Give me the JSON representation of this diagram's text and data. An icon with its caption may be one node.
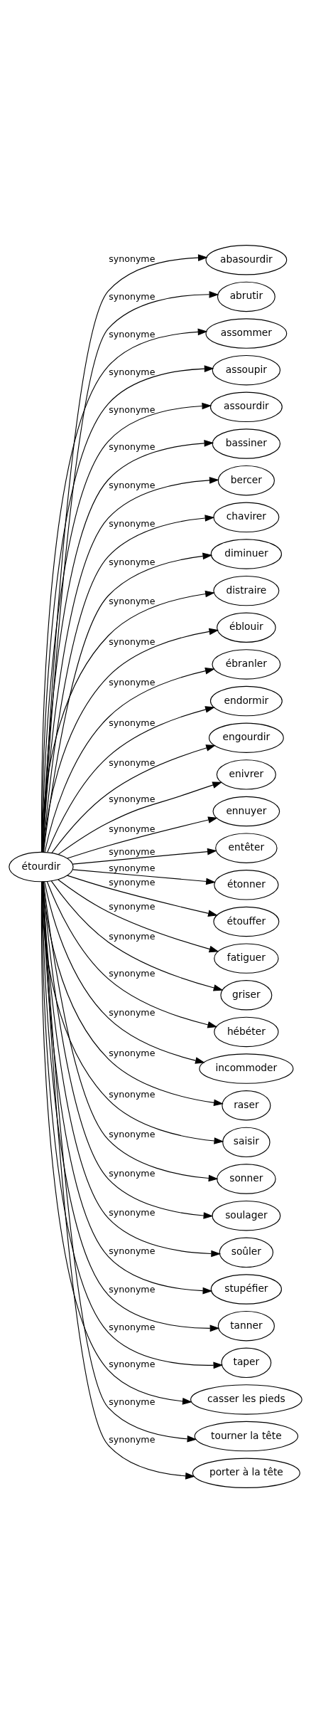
{
  "diagram": {
    "nodes": [
      {
        "text": [
          "étourdir"
        ]
      },
      {
        "text": [
          "abasourdir"
        ]
      },
      {
        "text": [
          "abrutir"
        ]
      },
      {
        "text": [
          "assommer"
        ]
      },
      {
        "text": [
          "assoupir"
        ]
      },
      {
        "text": [
          "assourdir"
        ]
      },
      {
        "text": [
          "bassiner"
        ]
      },
      {
        "text": [
          "bercer"
        ]
      },
      {
        "text": [
          "chavirer"
        ]
      },
      {
        "text": [
          "diminuer"
        ]
      },
      {
        "text": [
          "distraire"
        ]
      },
      {
        "text": [
          "éblouir"
        ]
      },
      {
        "text": [
          "ébranler"
        ]
      },
      {
        "text": [
          "endormir"
        ]
      },
      {
        "text": [
          "engourdir"
        ]
      },
      {
        "text": [
          "enivrer"
        ]
      },
      {
        "text": [
          "ennuyer"
        ]
      },
      {
        "text": [
          "entêter"
        ]
      },
      {
        "text": [
          "étonner"
        ]
      },
      {
        "text": [
          "étouffer"
        ]
      },
      {
        "text": [
          "fatiguer"
        ]
      },
      {
        "text": [
          "griser"
        ]
      },
      {
        "text": [
          "hébéter"
        ]
      },
      {
        "text": [
          "incommoder"
        ]
      },
      {
        "text": [
          "raser"
        ]
      },
      {
        "text": [
          "saisir"
        ]
      },
      {
        "text": [
          "sonner"
        ]
      },
      {
        "text": [
          "soulager"
        ]
      },
      {
        "text": [
          "soûler"
        ]
      },
      {
        "text": [
          "stupéfier"
        ]
      },
      {
        "text": [
          "tanner"
        ]
      },
      {
        "text": [
          "taper"
        ]
      },
      {
        "text": [
          "casser les pieds"
        ]
      },
      {
        "text": [
          "tourner la tête"
        ]
      },
      {
        "text": [
          "porter à la tête"
        ]
      }
    ],
    "edges": [
      {
        "from": 0,
        "to": 1,
        "arrow": "to",
        "label": "synonyme"
      },
      {
        "from": 0,
        "to": 2,
        "arrow": "to",
        "label": "synonyme"
      },
      {
        "from": 0,
        "to": 3,
        "arrow": "to",
        "label": "synonyme"
      },
      {
        "from": 0,
        "to": 4,
        "arrow": "to",
        "label": "synonyme"
      },
      {
        "from": 0,
        "to": 5,
        "arrow": "to",
        "label": "synonyme"
      },
      {
        "from": 0,
        "to": 6,
        "arrow": "to",
        "label": "synonyme"
      },
      {
        "from": 0,
        "to": 7,
        "arrow": "to",
        "label": "synonyme"
      },
      {
        "from": 0,
        "to": 8,
        "arrow": "to",
        "label": "synonyme"
      },
      {
        "from": 0,
        "to": 9,
        "arrow": "to",
        "label": "synonyme"
      },
      {
        "from": 0,
        "to": 10,
        "arrow": "to",
        "label": "synonyme"
      },
      {
        "from": 0,
        "to": 11,
        "arrow": "to",
        "label": "synonyme"
      },
      {
        "from": 0,
        "to": 12,
        "arrow": "to",
        "label": "synonyme"
      },
      {
        "from": 0,
        "to": 13,
        "arrow": "to",
        "label": "synonyme"
      },
      {
        "from": 0,
        "to": 14,
        "arrow": "to",
        "label": "synonyme"
      },
      {
        "from": 0,
        "to": 15,
        "arrow": "to",
        "label": "synonyme"
      },
      {
        "from": 0,
        "to": 16,
        "arrow": "to",
        "label": "synonyme"
      },
      {
        "from": 0,
        "to": 17,
        "arrow": "to",
        "label": "synonyme"
      },
      {
        "from": 0,
        "to": 18,
        "arrow": "to",
        "label": "synonyme"
      },
      {
        "from": 0,
        "to": 19,
        "arrow": "to",
        "label": "synonyme"
      },
      {
        "from": 0,
        "to": 20,
        "arrow": "to",
        "label": "synonyme"
      },
      {
        "from": 0,
        "to": 21,
        "arrow": "to",
        "label": "synonyme"
      },
      {
        "from": 0,
        "to": 22,
        "arrow": "to",
        "label": "synonyme"
      },
      {
        "from": 0,
        "to": 23,
        "arrow": "to",
        "label": "synonyme"
      },
      {
        "from": 0,
        "to": 24,
        "arrow": "to",
        "label": "synonyme"
      },
      {
        "from": 0,
        "to": 25,
        "arrow": "to",
        "label": "synonyme"
      },
      {
        "from": 0,
        "to": 26,
        "arrow": "to",
        "label": "synonyme"
      },
      {
        "from": 0,
        "to": 27,
        "arrow": "to",
        "label": "synonyme"
      },
      {
        "from": 0,
        "to": 28,
        "arrow": "to",
        "label": "synonyme"
      },
      {
        "from": 0,
        "to": 29,
        "arrow": "to",
        "label": "synonyme"
      },
      {
        "from": 0,
        "to": 30,
        "arrow": "to",
        "label": "synonyme"
      },
      {
        "from": 0,
        "to": 31,
        "arrow": "to",
        "label": "synonyme"
      },
      {
        "from": 0,
        "to": 32,
        "arrow": "to",
        "label": "synonyme"
      },
      {
        "from": 0,
        "to": 33,
        "arrow": "to",
        "label": "synonyme"
      },
      {
        "from": 0,
        "to": 34,
        "arrow": "to",
        "label": "synonyme"
      }
    ]
  }
}
